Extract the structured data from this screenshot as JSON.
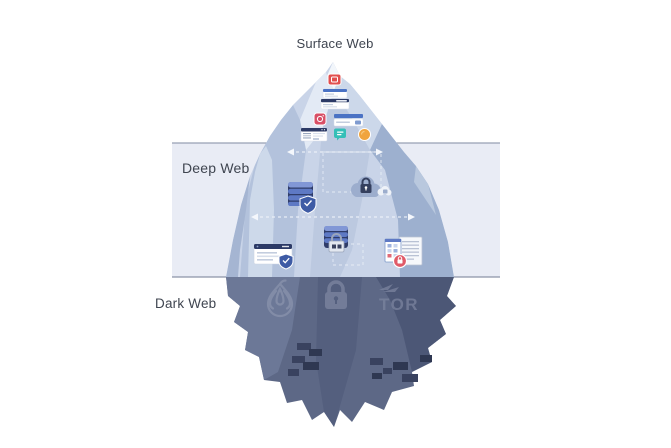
{
  "layers": {
    "surface": {
      "label": "Surface Web",
      "icons": [
        "youtube-icon",
        "browser-window-icon",
        "browser-window-icon",
        "instagram-icon",
        "search-bar-icon",
        "browser-window-icon",
        "chat-icon",
        "coin-icon"
      ]
    },
    "deep": {
      "label": "Deep Web",
      "icons": [
        "database-shield-icon",
        "cloud-lock-icon",
        "secure-browser-icon",
        "database-lock-icon",
        "documents-badge-icon"
      ]
    },
    "dark": {
      "label": "Dark Web",
      "tor_text": "TOR",
      "icons": [
        "onion-icon",
        "padlock-icon",
        "tor-logo"
      ]
    }
  },
  "colors": {
    "background": "#ffffff",
    "deep_band_fill": "#e9ecf5",
    "band_border": "#98a0b3",
    "iceberg_light": "#c9d4e8",
    "iceberg_highlight": "#f2f6fb",
    "iceberg_shade": "#9db0cf",
    "iceberg_submerged": "#5d6886",
    "iceberg_submerged_dark": "#4c5776",
    "block_dark": "#39425f",
    "label_text": "#3f4550",
    "accent_red": "#e14f4f",
    "accent_pink": "#d84f66",
    "accent_teal": "#34bfb7",
    "accent_orange": "#f0a43e",
    "accent_blue": "#4a72c4",
    "navy": "#2c3a66",
    "database_blue": "#5e79c4",
    "shield_blue": "#3e5ba5",
    "badge_red": "#e05a68",
    "watermark_gray": "#8d95ae"
  }
}
